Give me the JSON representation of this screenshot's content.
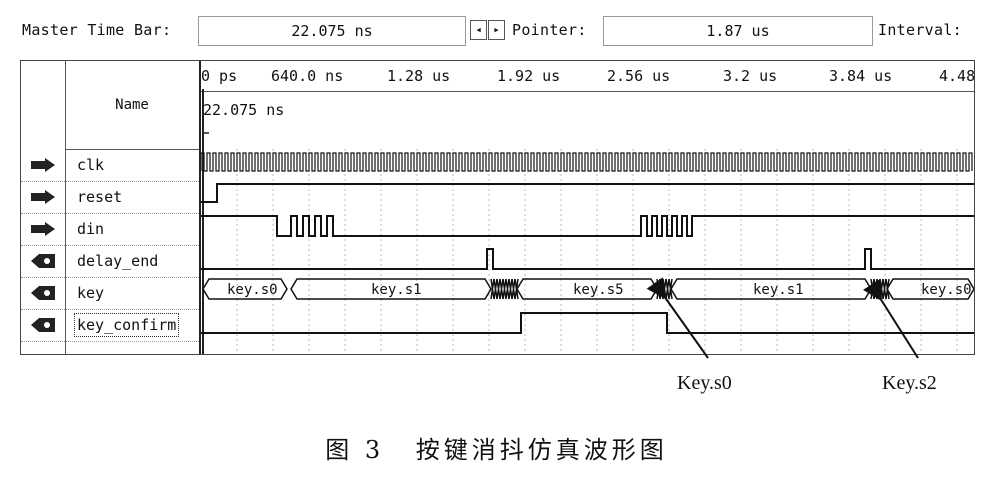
{
  "toolbar": {
    "master_time_bar_label": "Master Time Bar:",
    "master_time_value": "22.075 ns",
    "pointer_label": "Pointer:",
    "pointer_value": "1.87 us",
    "interval_label": "Interval:",
    "stepper_left_icon": "arrow-left-icon",
    "stepper_right_icon": "arrow-right-icon"
  },
  "waveform": {
    "name_header": "Name",
    "reference_marker_label": "22.075 ns",
    "ruler_ticks": [
      "0 ps",
      "640.0 ns",
      "1.28 us",
      "1.92 us",
      "2.56 us",
      "3.2 us",
      "3.84 us",
      "4.48"
    ],
    "signals": [
      {
        "name": "clk",
        "pin_icon": "input-pin-icon"
      },
      {
        "name": "reset",
        "pin_icon": "input-pin-icon"
      },
      {
        "name": "din",
        "pin_icon": "input-pin-icon"
      },
      {
        "name": "delay_end",
        "pin_icon": "output-pin-icon"
      },
      {
        "name": "key",
        "pin_icon": "output-pin-icon"
      },
      {
        "name": "key_confirm",
        "pin_icon": "output-pin-icon"
      }
    ],
    "key_states": [
      "key.s0",
      "key.s1",
      "key.s5",
      "key.s1",
      "key.s0"
    ]
  },
  "annotations": [
    "Key.s0",
    "Key.s2"
  ],
  "caption": {
    "figure": "图 3",
    "title": "按键消抖仿真波形图"
  }
}
